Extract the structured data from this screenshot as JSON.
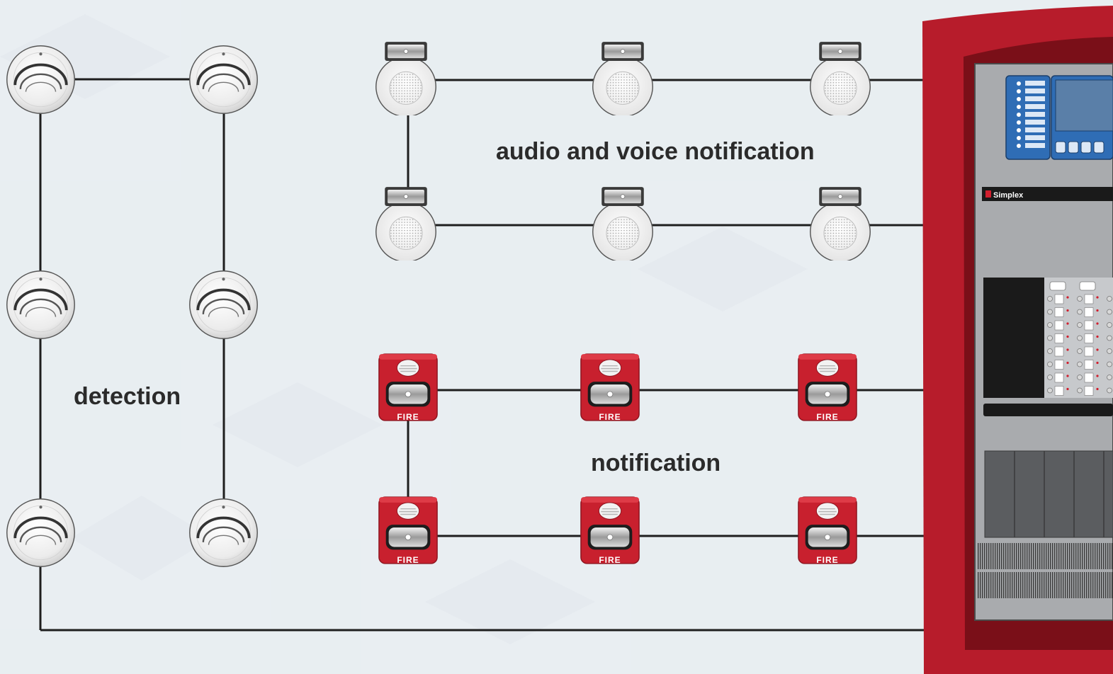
{
  "labels": {
    "detection": "detection",
    "audio_voice": "audio and voice notification",
    "notification": "notification"
  },
  "device_text": {
    "strobe": "FIRE",
    "panel_brand": "Simplex"
  },
  "colors": {
    "background": "#e9eef2",
    "wire": "#1e1e1e",
    "panel_red": "#b71c2b",
    "panel_dark_red": "#7a0f18",
    "panel_gray": "#a9abae",
    "display_blue": "#2f6db5",
    "detector_white": "#f6f6f6"
  },
  "icons": {
    "detector": "smoke-detector-icon",
    "speaker_strobe": "speaker-strobe-icon",
    "horn_strobe": "horn-strobe-icon",
    "panel": "fire-alarm-control-panel-icon"
  }
}
